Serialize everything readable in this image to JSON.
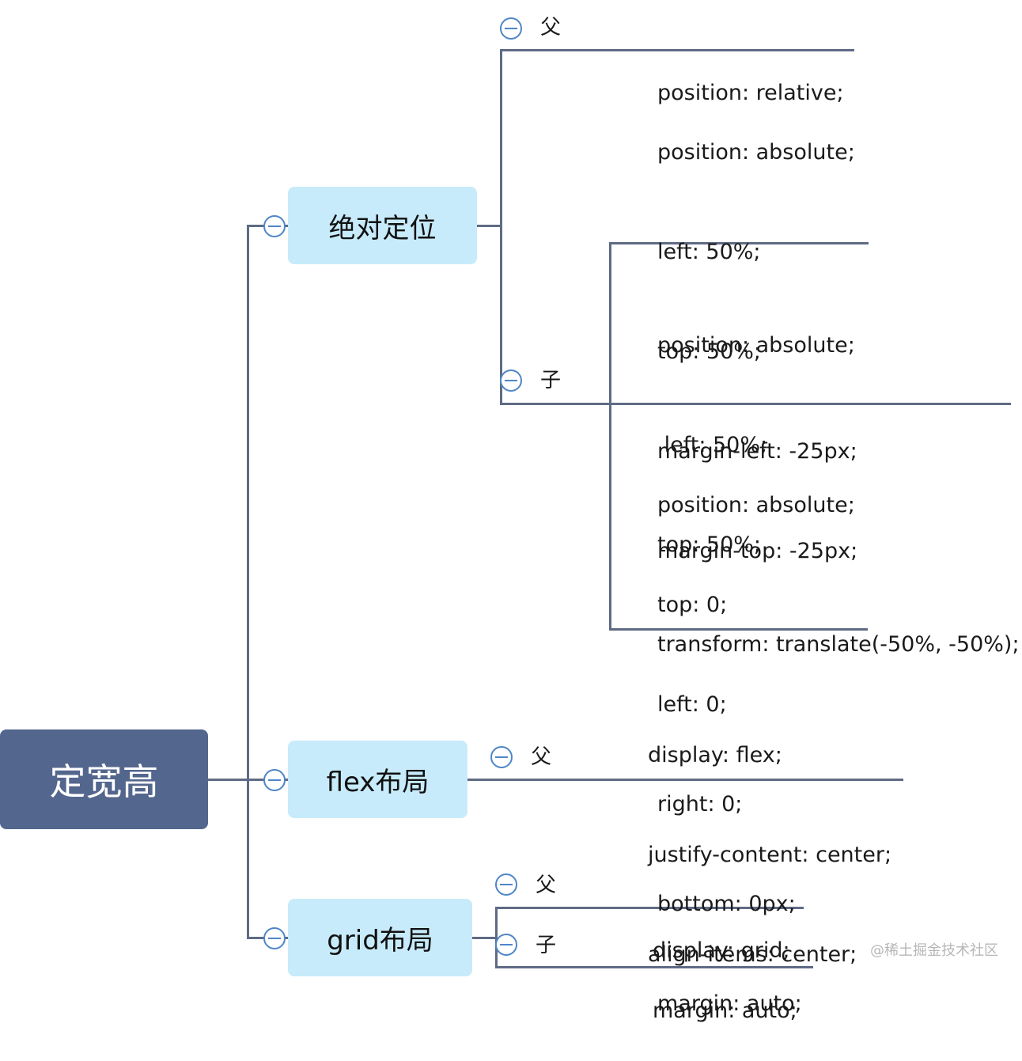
{
  "root": {
    "label": "定宽高"
  },
  "branches": [
    {
      "label": "绝对定位",
      "items": [
        {
          "role": "父",
          "lines": [
            "position: relative;"
          ]
        },
        {
          "role": "子",
          "variants": [
            [
              "position: absolute;",
              "left: 50%;",
              "top: 50%;",
              "margin-left: -25px;",
              "margin-top: -25px;"
            ],
            [
              "position: absolute;",
              " left: 50%;",
              "top: 50%;",
              "transform: translate(-50%, -50%);"
            ],
            [
              "position: absolute;",
              "top: 0;",
              "left: 0;",
              "right: 0;",
              "bottom: 0px;",
              "margin: auto;"
            ]
          ]
        }
      ]
    },
    {
      "label": "flex布局",
      "items": [
        {
          "role": "父",
          "lines": [
            "display: flex;",
            "justify-content: center;",
            "align-items: center;"
          ]
        }
      ]
    },
    {
      "label": "grid布局",
      "items": [
        {
          "role": "父",
          "lines": [
            "display: grid;"
          ]
        },
        {
          "role": "子",
          "lines": [
            "margin: auto;"
          ]
        }
      ]
    }
  ],
  "watermark": "@稀土掘金技术社区",
  "colors": {
    "root_fill": "#53668d",
    "branch_fill": "#c7ebfa",
    "connector": "#5f6b85",
    "toggle": "#4f86c6"
  }
}
